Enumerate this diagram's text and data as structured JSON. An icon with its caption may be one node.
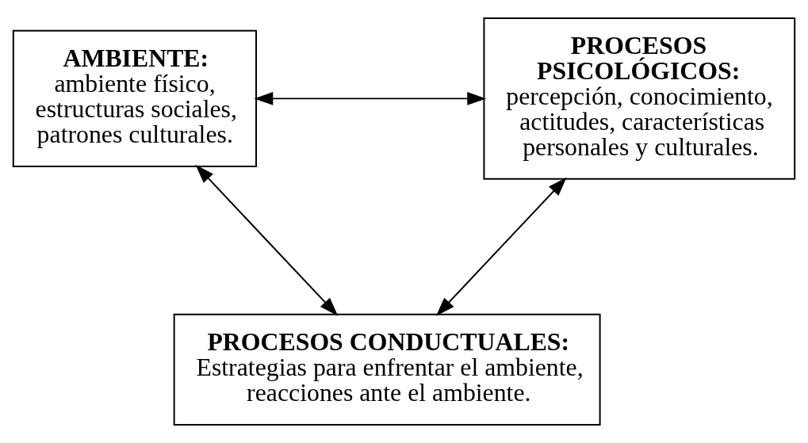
{
  "diagram": {
    "nodes": [
      {
        "text": [
          "AMBIENTE:",
          "ambiente físico, estructuras sociales, patrones culturales."
        ]
      },
      {
        "text": [
          "PROCESOS PSICOLÓGICOS:",
          "percepción, conocimiento, actitudes, características personales y culturales."
        ]
      },
      {
        "text": [
          "PROCESOS CONDUCTUALES:",
          "Estrategias para enfrentar el ambiente, reacciones ante el ambiente."
        ]
      }
    ],
    "edges": [
      {
        "from": 0,
        "to": 1,
        "arrow": "both"
      },
      {
        "from": 0,
        "to": 2,
        "arrow": "both"
      },
      {
        "from": 1,
        "to": 2,
        "arrow": "both"
      }
    ]
  }
}
